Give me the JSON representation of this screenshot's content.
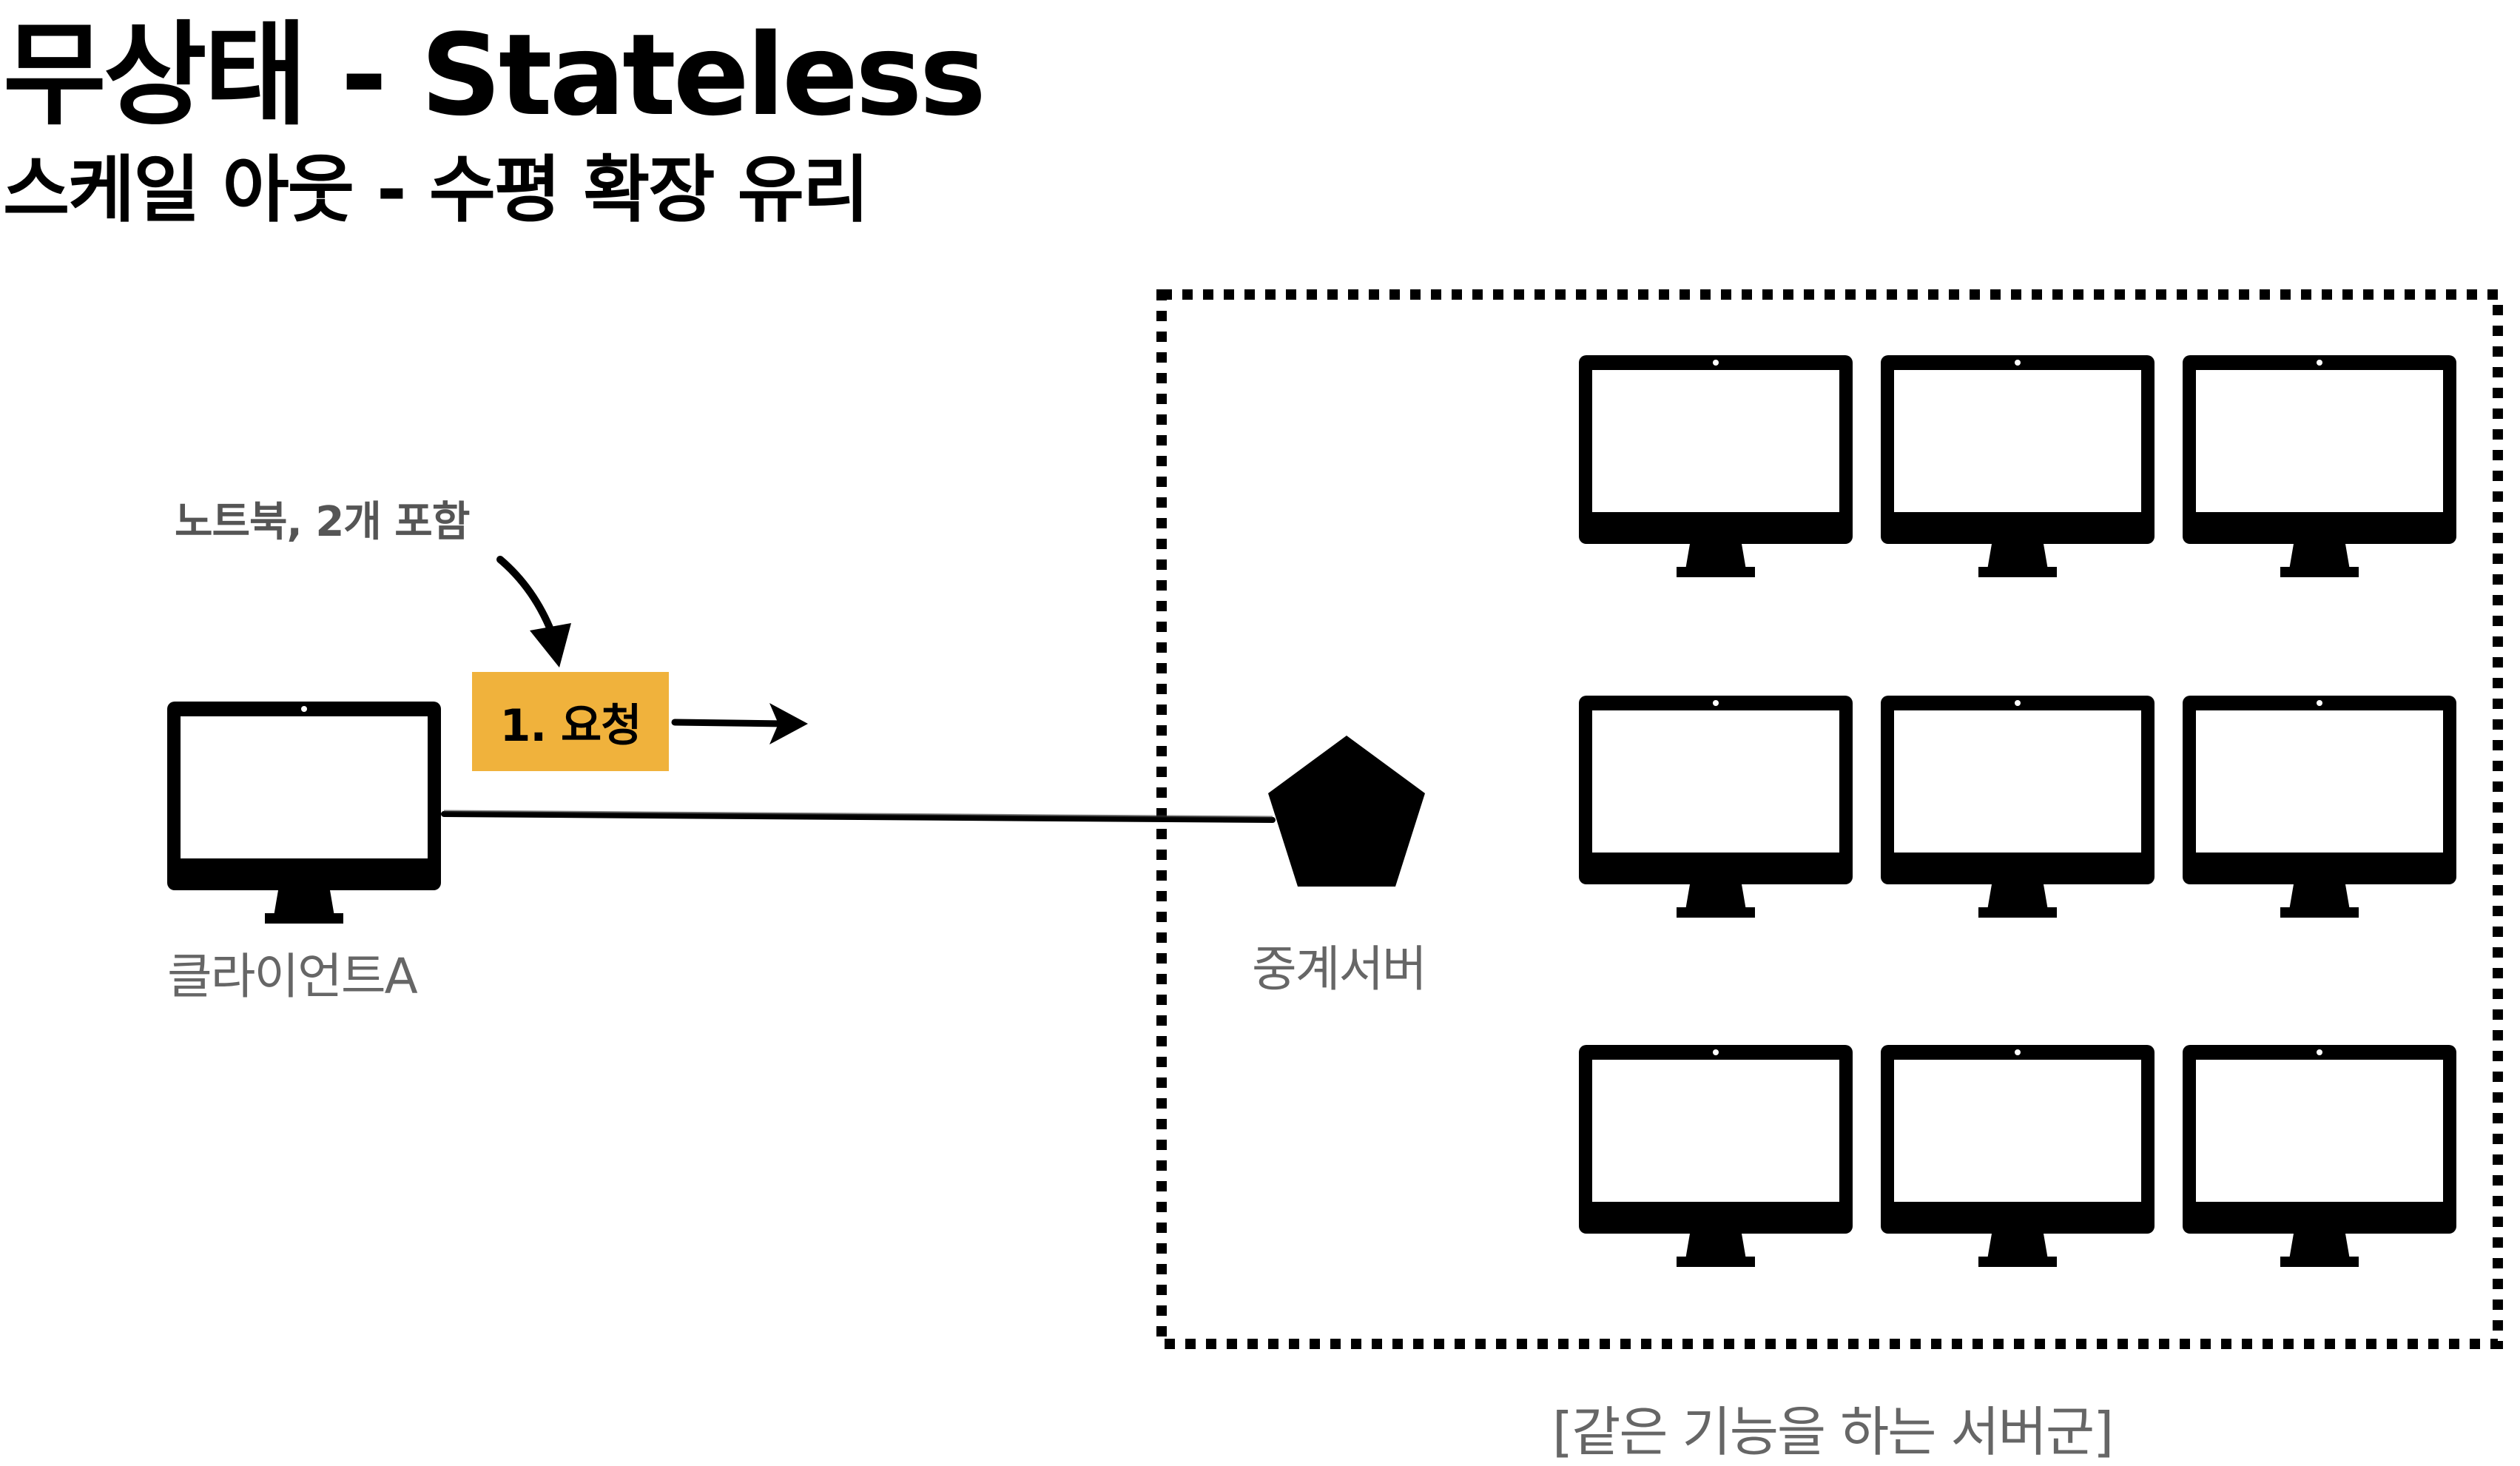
{
  "title": "무상태 - Stateless",
  "subtitle": "스케일 아웃 - 수평 확장 유리",
  "annotation": {
    "note": "노트북, 2개 포함",
    "request": "1. 요청"
  },
  "nodes": {
    "client": "클라이언트A",
    "relay": "중계서버",
    "cluster": "[같은 기능을 하는 서버군]"
  },
  "icons": {
    "client": "monitor-icon",
    "relay": "pentagon-icon",
    "servers": "monitor-icon"
  },
  "colors": {
    "request_box": "#F0B23C",
    "ink": "#000000",
    "label_gray": "#666666"
  }
}
